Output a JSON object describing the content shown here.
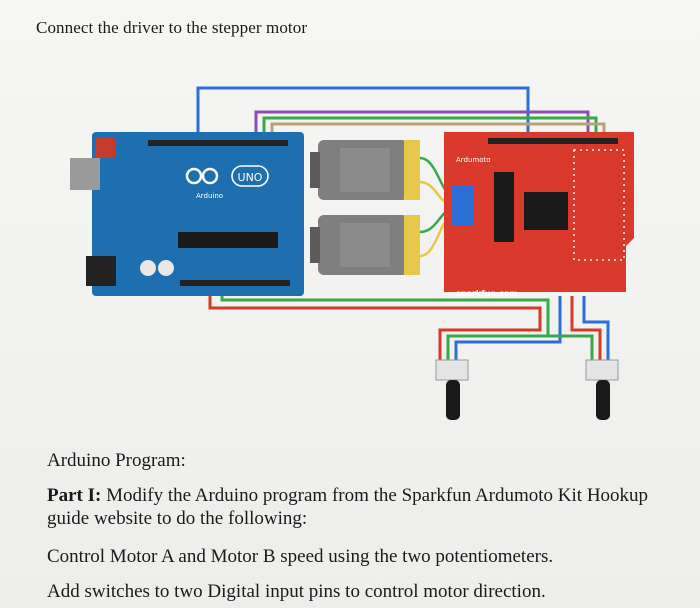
{
  "title": "Connect the driver to the stepper motor",
  "diagram": {
    "arduino_logo_text": "UNO",
    "arduino_brand": "Arduino",
    "shield_brand": "Ardumoto",
    "shield_vendor": "sparkfun.com"
  },
  "program": {
    "heading": "Arduino Program:",
    "part_label": "Part I:",
    "part_text": "Modify the Arduino program from the Sparkfun Ardumoto Kit Hookup guide website to do the following:",
    "instruction_1": "Control Motor A and Motor B speed using the two potentiometers.",
    "instruction_2": "Add switches to two Digital input pins to control motor direction."
  },
  "colors": {
    "arduino_board": "#1d6fb0",
    "shield_board": "#d93a2b",
    "wire_blue": "#2b6fd6",
    "wire_purple": "#8a4fb8",
    "wire_green": "#3aa84a",
    "wire_red": "#d23a2a",
    "wire_tan": "#b8a27a"
  }
}
